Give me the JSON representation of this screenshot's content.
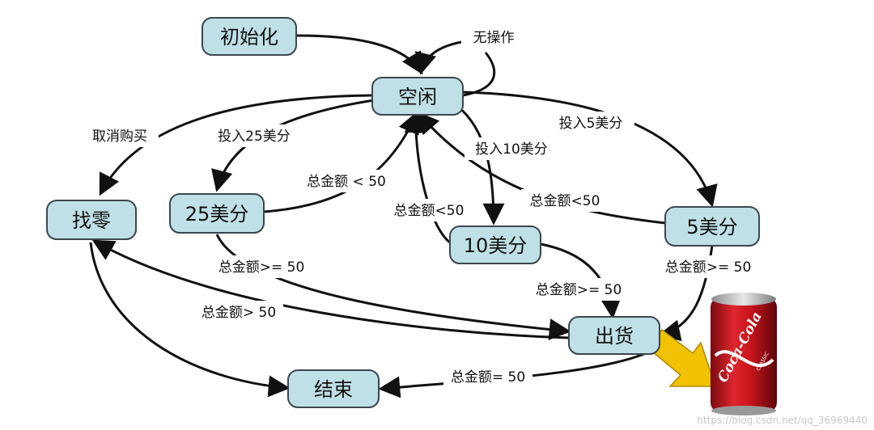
{
  "colors": {
    "node_fill": "#bfe0e6",
    "node_stroke": "#3b4750",
    "edge": "#111111",
    "arrow_big": "#f2c200",
    "can_red": "#c8141c"
  },
  "nodes": {
    "init": "初始化",
    "idle": "空闲",
    "change": "找零",
    "c25": "25美分",
    "c10": "10美分",
    "c5": "5美分",
    "dispense": "出货",
    "end": "结束"
  },
  "edges": {
    "no_op": "无操作",
    "cancel": "取消购买",
    "in25": "投入25美分",
    "in10": "投入10美分",
    "in5": "投入5美分",
    "lt50_a": "总金额 < 50",
    "lt50_b": "总金额<50",
    "lt50_c": "总金额<50",
    "ge50_a": "总金额>= 50",
    "ge50_b": "总金额>= 50",
    "ge50_c": "总金额>= 50",
    "gt50": "总金额> 50",
    "eq50": "总金额= 50"
  },
  "can": {
    "brand": "Coca-Cola",
    "sub": "CLASSIC"
  },
  "watermark": "https://blog.csdn.net/qq_36969440"
}
